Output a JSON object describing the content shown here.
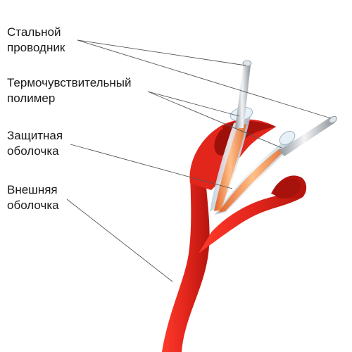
{
  "labels": {
    "steel_conductor": {
      "line1": "Стальной",
      "line2": "проводник"
    },
    "thermo_polymer": {
      "line1": "Термочувствительный",
      "line2": "полимер"
    },
    "protective_sheath": {
      "line1": "Защитная",
      "line2": "оболочка"
    },
    "outer_sheath": {
      "line1": "Внешняя",
      "line2": "оболочка"
    }
  },
  "colors": {
    "outer_sheath": "#e3261c",
    "outer_sheath_dark": "#a8120c",
    "polymer": "#f08a4b",
    "protective": "#d9e6ee",
    "steel": "#b9c0c6",
    "leader_line": "#555555",
    "text": "#1a1a1a"
  }
}
